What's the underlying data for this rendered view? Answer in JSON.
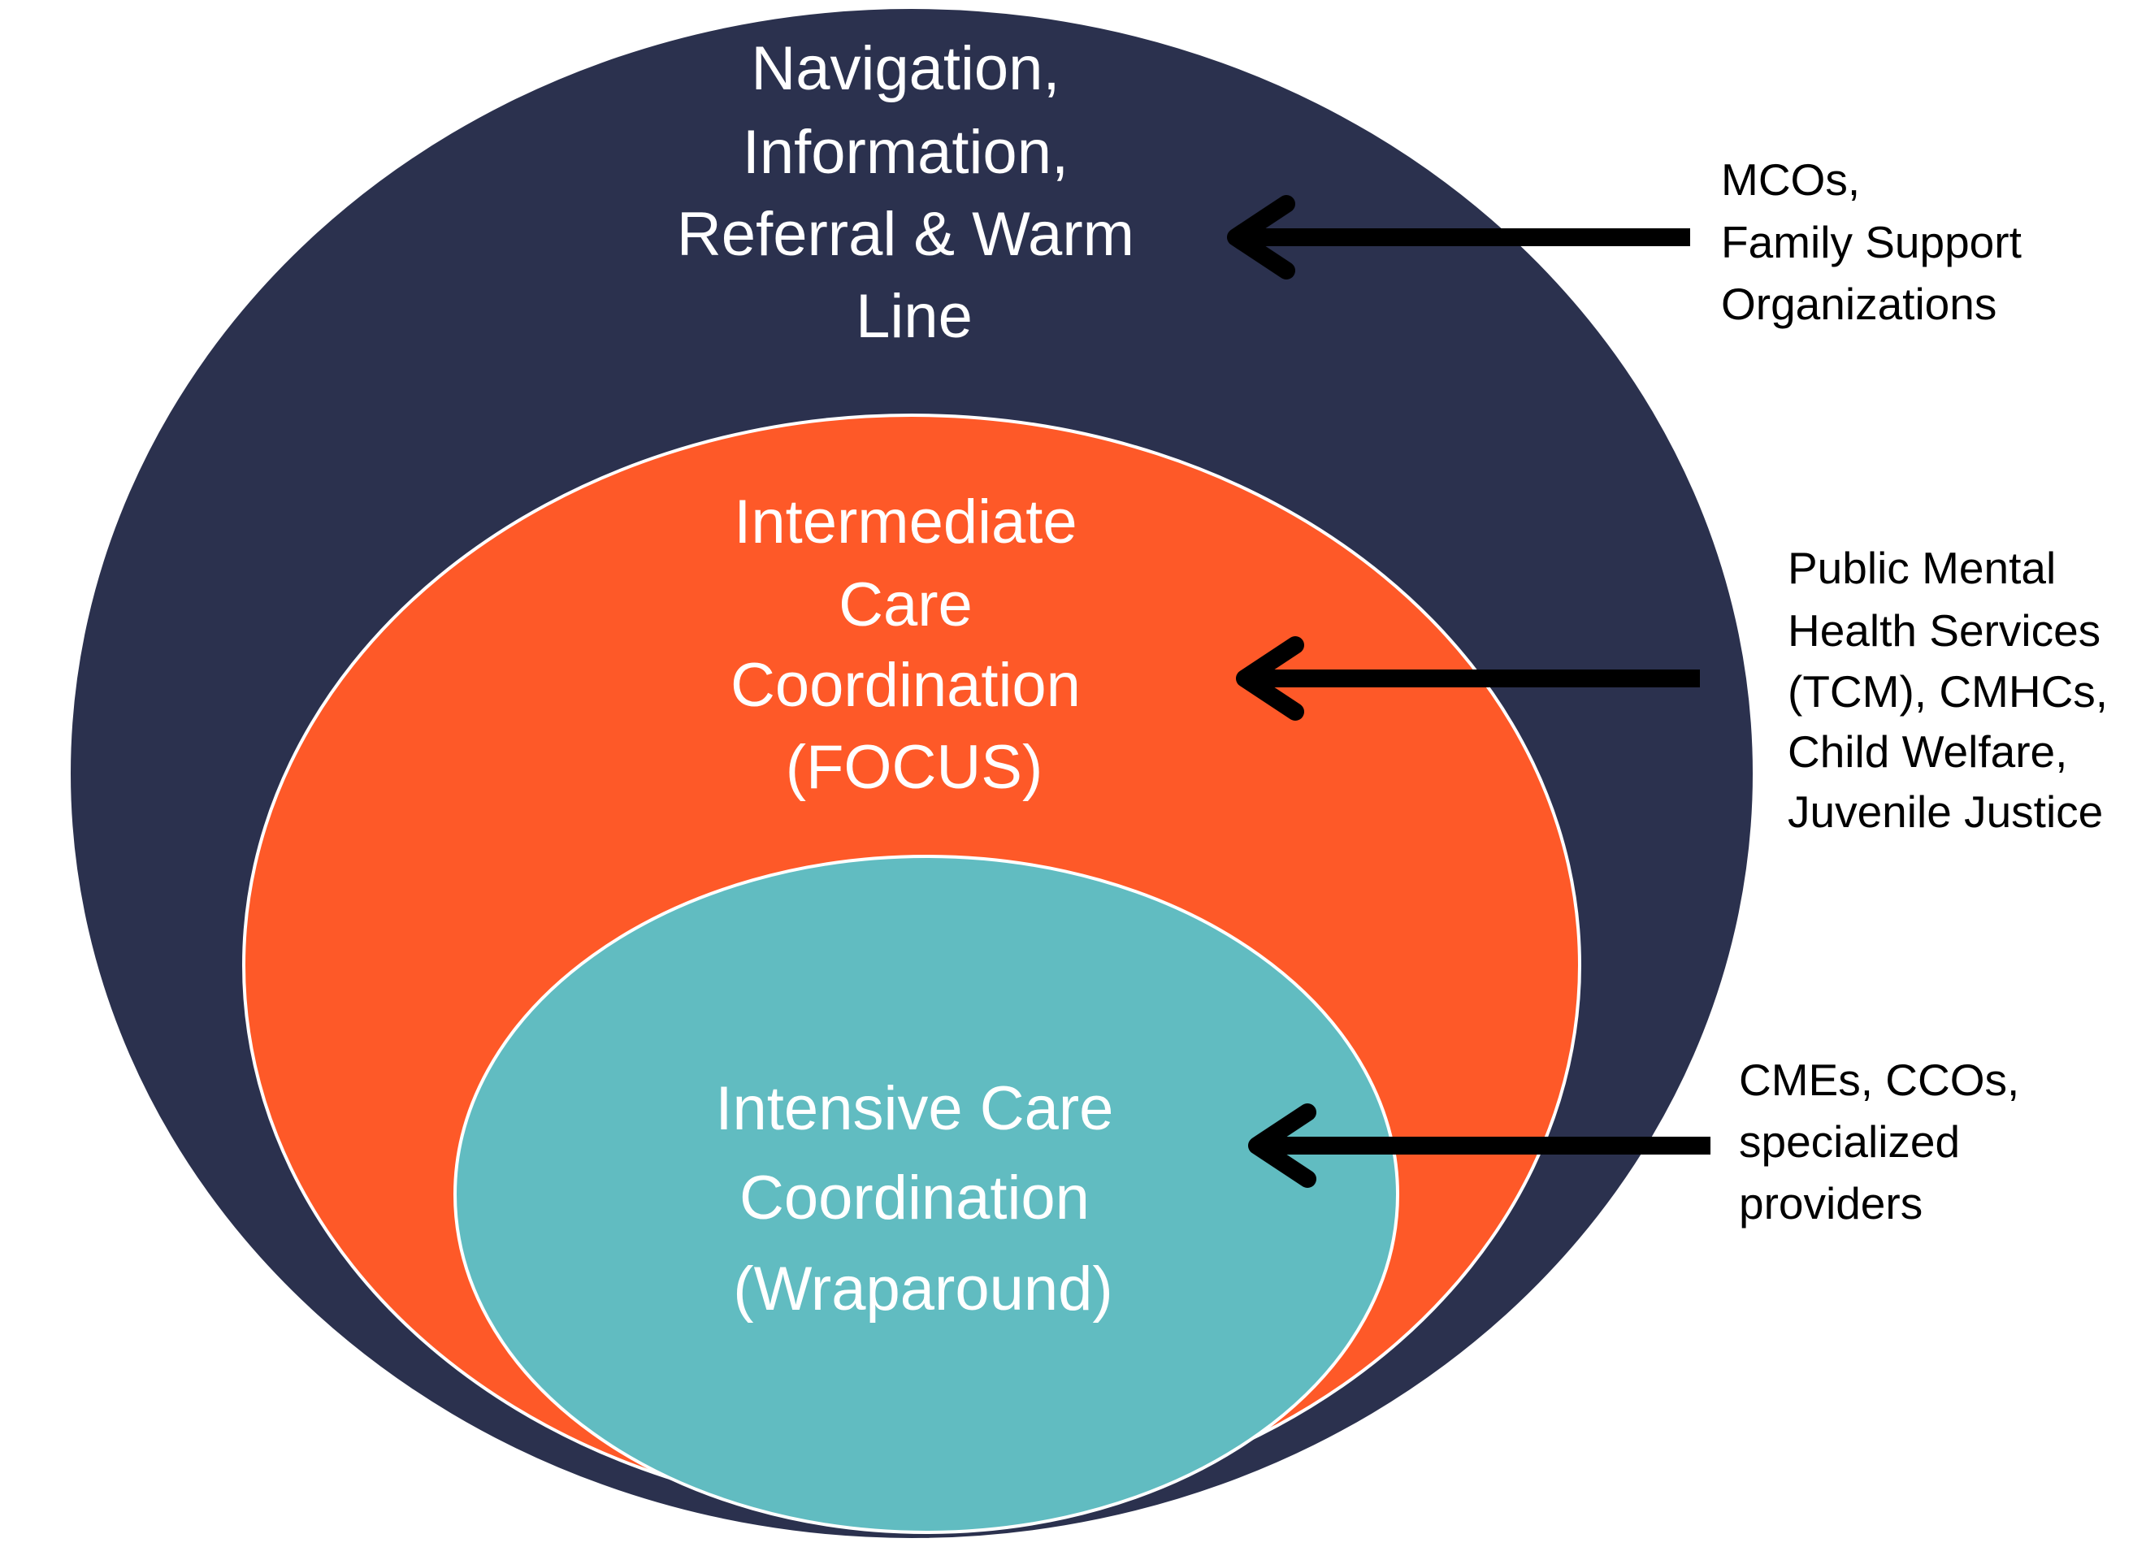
{
  "colors": {
    "outer": "#2b314e",
    "middle": "#fe5928",
    "inner": "#61bcc1",
    "ring_outline": "#ffffff",
    "arrow": "#000000"
  },
  "rings": {
    "outer": {
      "lines": [
        "Navigation,",
        "Information,",
        "Referral & Warm",
        "Line"
      ]
    },
    "middle": {
      "lines": [
        "Intermediate",
        "Care",
        "Coordination",
        "(FOCUS)"
      ]
    },
    "inner": {
      "lines": [
        "Intensive Care",
        "Coordination",
        "(Wraparound)"
      ]
    }
  },
  "providers": {
    "top": {
      "lines": [
        "MCOs,",
        "Family Support",
        "Organizations"
      ]
    },
    "middle": {
      "lines": [
        "Public Mental",
        "Health Services",
        "(TCM), CMHCs,",
        "Child Welfare,",
        "Juvenile Justice"
      ]
    },
    "bottom": {
      "lines": [
        "CMEs, CCOs,",
        "specialized",
        "providers"
      ]
    }
  }
}
